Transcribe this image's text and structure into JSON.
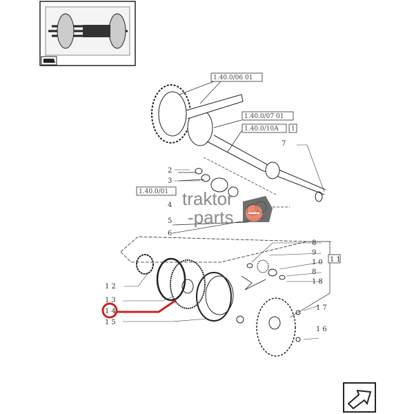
{
  "diagram": {
    "references": [
      "1.40.0/06 01",
      "1.40.0/07 01",
      "1.40.0/10A",
      "1",
      "1.40.0/01"
    ],
    "callouts": [
      "2",
      "3",
      "4",
      "5",
      "6",
      "7",
      "8",
      "9",
      "10",
      "8",
      "18",
      "11",
      "12",
      "13",
      "14",
      "15",
      "16",
      "17"
    ],
    "highlighted_callout": "14",
    "highlight_color": "#cc2222"
  },
  "watermark": {
    "line1": "traktor",
    "line2": "-parts"
  }
}
